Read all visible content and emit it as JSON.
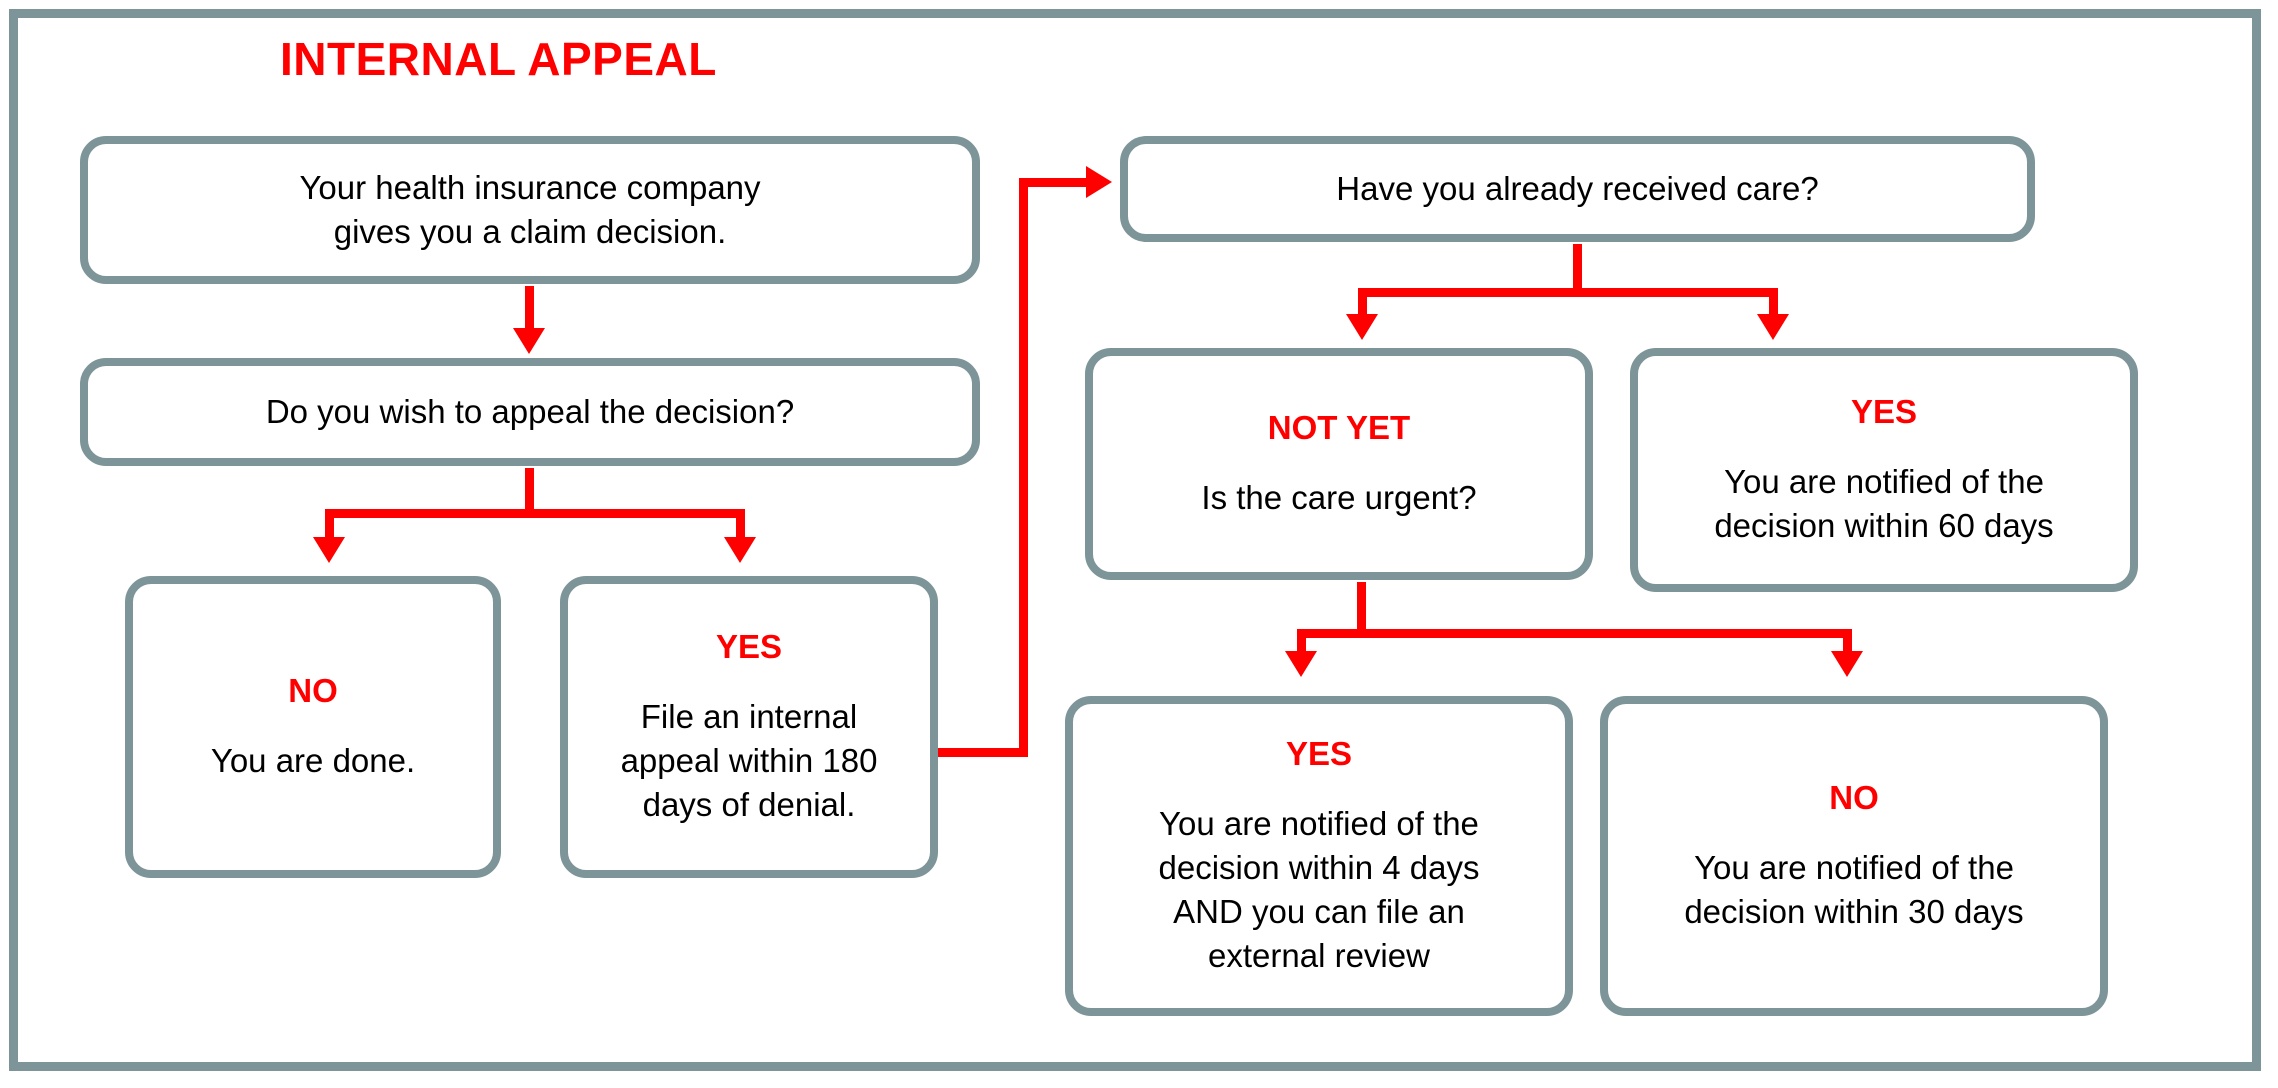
{
  "diagram": {
    "title": "INTERNAL APPEAL",
    "colors": {
      "accent_red": "#FE0000",
      "box_border_slate": "#7D9498",
      "background": "#FFFFFF",
      "text": "#000000"
    },
    "nodes": [
      {
        "id": "claim-decision",
        "tag": "",
        "body": "Your health insurance company\ngives you a claim decision."
      },
      {
        "id": "wish-to-appeal",
        "tag": "",
        "body": "Do you wish to appeal the decision?"
      },
      {
        "id": "appeal-no",
        "tag": "NO",
        "body": "You are done."
      },
      {
        "id": "appeal-yes",
        "tag": "YES",
        "body": "File an internal\nappeal within 180\ndays of denial."
      },
      {
        "id": "already-received-care",
        "tag": "",
        "body": "Have you already received care?"
      },
      {
        "id": "care-not-yet",
        "tag": "NOT YET",
        "body": "Is the care urgent?"
      },
      {
        "id": "care-yes",
        "tag": "YES",
        "body": "You are notified of the\ndecision within 60 days"
      },
      {
        "id": "urgent-yes",
        "tag": "YES",
        "body": "You are notified of the\ndecision within 4 days\nAND you can file an\nexternal review"
      },
      {
        "id": "urgent-no",
        "tag": "NO",
        "body": "You are notified of the\ndecision within 30 days"
      }
    ],
    "edges": [
      {
        "id": "claim-to-wish",
        "from": "claim-decision",
        "to": "wish-to-appeal",
        "label": ""
      },
      {
        "id": "wish-to-no",
        "from": "wish-to-appeal",
        "to": "appeal-no",
        "label": "NO"
      },
      {
        "id": "wish-to-yes",
        "from": "wish-to-appeal",
        "to": "appeal-yes",
        "label": "YES"
      },
      {
        "id": "yes-to-care",
        "from": "appeal-yes",
        "to": "already-received-care",
        "label": ""
      },
      {
        "id": "care-to-notyet",
        "from": "already-received-care",
        "to": "care-not-yet",
        "label": "NOT YET"
      },
      {
        "id": "care-to-yes",
        "from": "already-received-care",
        "to": "care-yes",
        "label": "YES"
      },
      {
        "id": "urgent-to-yes",
        "from": "care-not-yet",
        "to": "urgent-yes",
        "label": "YES"
      },
      {
        "id": "urgent-to-no",
        "from": "care-not-yet",
        "to": "urgent-no",
        "label": "NO"
      }
    ]
  }
}
